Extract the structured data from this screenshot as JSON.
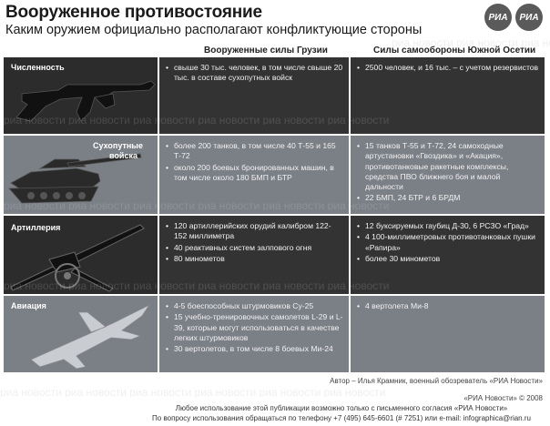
{
  "header": {
    "title": "Вооруженное противостояние",
    "subtitle": "Каким оружием официально располагают конфликтующие стороны",
    "logo_text": "РИА"
  },
  "columns": {
    "georgia": "Вооруженные силы Грузии",
    "ossetia": "Силы самообороны Южной Осетии"
  },
  "rows": [
    {
      "category": "Численность",
      "icon": "rifle-icon",
      "georgia": [
        "свыше 30 тыс. человек, в том числе свыше 20 тыс. в составе сухопутных войск"
      ],
      "ossetia": [
        "2500 человек, и 16 тыс. – с учетом резервистов"
      ]
    },
    {
      "category": "Сухопутные войска",
      "category_line1": "Сухопутные",
      "category_line2": "войска",
      "icon": "tank-icon",
      "georgia": [
        "более 200 танков, в том числе 40 Т-55 и 165 Т-72",
        "около 200 боевых бронированных машин, в том числе около 180 БМП и БТР"
      ],
      "ossetia": [
        "15 танков Т-55 и Т-72, 24 самоходные артустановки «Гвоздика» и «Акация», противотанковые ракетные комплексы, средства ПВО ближнего боя и малой дальности",
        "22 БМП, 24 БТР и 6 БРДМ"
      ]
    },
    {
      "category": "Артиллерия",
      "icon": "howitzer-icon",
      "georgia": [
        "120 артиллерийских орудий калибром 122-152 миллиметра",
        "40 реактивных систем залпового огня",
        "80 минометов"
      ],
      "ossetia": [
        "12 буксируемых гаубиц Д-30, 6 РСЗО «Град»",
        "4 100-миллиметровых противотанковых пушки «Рапира»",
        "более 30 минометов"
      ]
    },
    {
      "category": "Авиация",
      "icon": "jet-icon",
      "georgia": [
        "4-5 боеспособных штурмовиков Су-25",
        "15 учебно-тренировочных самолетов L-29 и L-39, которые могут использоваться в качестве легких штурмовиков",
        "30 вертолетов, в том числе 8 боевых Ми-24"
      ],
      "ossetia": [
        "4 вертолета Ми-8"
      ]
    }
  ],
  "watermark": "риа новости  риа новости  риа новости  риа новости  риа новости  риа новости",
  "credit": "Автор – Илья Крамник, военный обозреватель «РИА Новости»",
  "footer": {
    "copyright": "«РИА Новости» © 2008",
    "line1": "Любое использование этой публикации возможно только с письменного согласия «РИА Новости»",
    "line2": "По вопросу использования обращаться по телефону +7 (495) 645-6601 (# 7251) или e-mail: infographica@rian.ru"
  }
}
